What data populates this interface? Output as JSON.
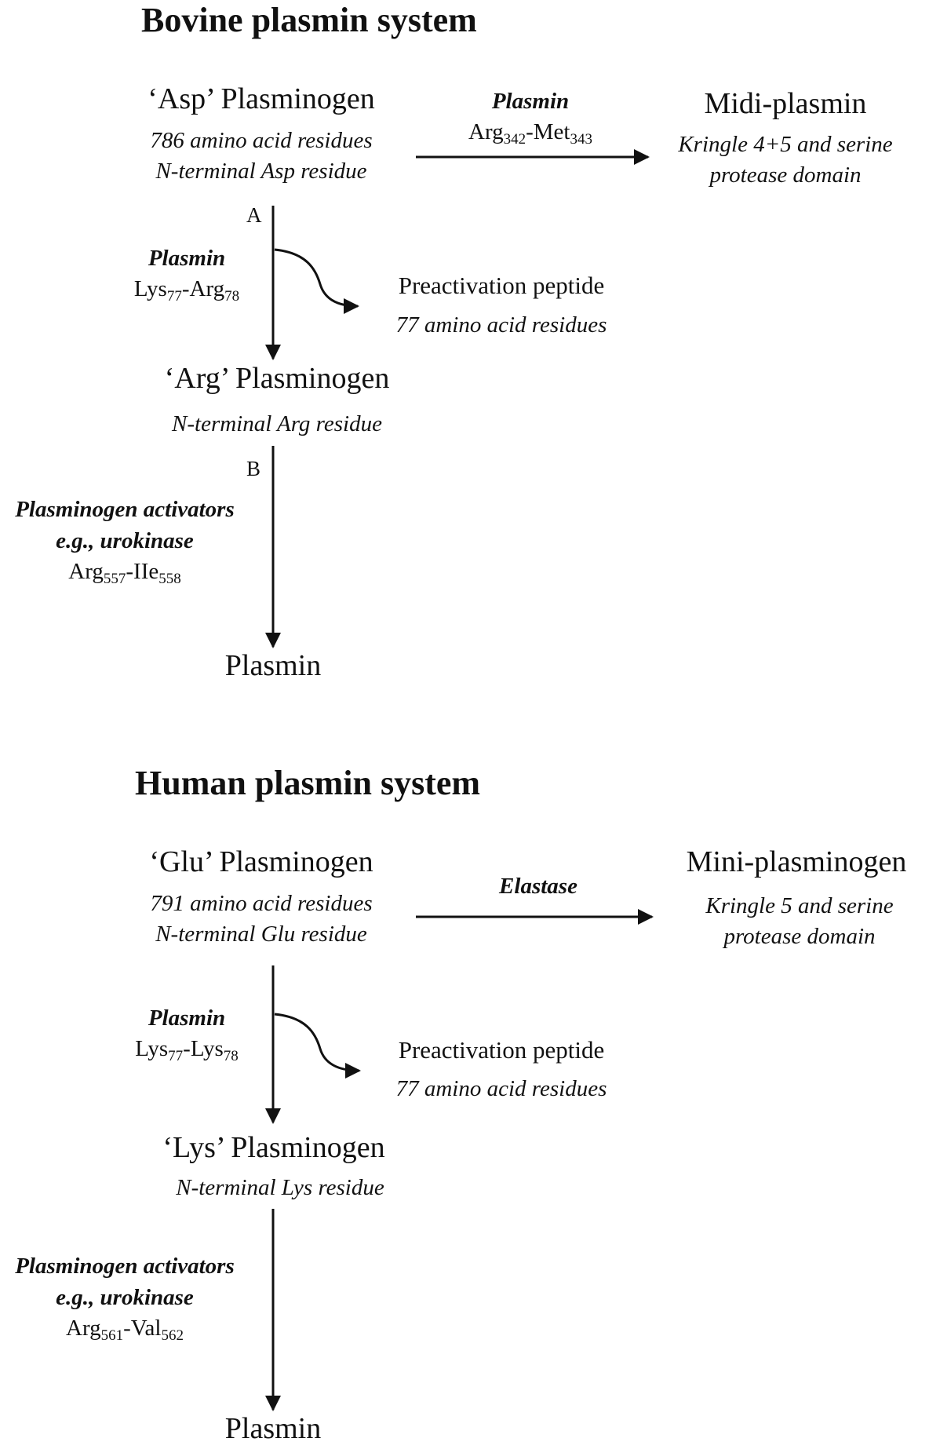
{
  "bovine": {
    "title": "Bovine plasmin system",
    "start": {
      "name": "‘Asp’ Plasminogen",
      "line1": "786 amino acid residues",
      "line2": "N-terminal Asp residue"
    },
    "side_arrow": {
      "enzyme": "Plasmin",
      "site": {
        "a": "Arg",
        "a_num": "342",
        "sep": "-",
        "b": "Met",
        "b_num": "343"
      }
    },
    "side_product": {
      "name": "Midi-plasmin",
      "line1": "Kringle 4+5 and serine",
      "line2": "protease domain"
    },
    "step_a": {
      "label": "A",
      "enzyme": "Plasmin",
      "site": {
        "a": "Lys",
        "a_num": "77",
        "sep": "-",
        "b": "Arg",
        "b_num": "78"
      }
    },
    "peptide": {
      "name": "Preactivation peptide",
      "line1": "77 amino acid residues"
    },
    "middle": {
      "name": "‘Arg’ Plasminogen",
      "line1": "N-terminal Arg residue"
    },
    "step_b": {
      "label": "B",
      "enzyme_line1": "Plasminogen activators",
      "enzyme_line2": "e.g., urokinase",
      "site": {
        "a": "Arg",
        "a_num": "557",
        "sep": "-",
        "b": "IIe",
        "b_num": "558"
      }
    },
    "end": {
      "name": "Plasmin"
    }
  },
  "human": {
    "title": "Human plasmin system",
    "start": {
      "name": "‘Glu’ Plasminogen",
      "line1": "791 amino acid residues",
      "line2": "N-terminal Glu residue"
    },
    "side_arrow": {
      "enzyme": "Elastase"
    },
    "side_product": {
      "name": "Mini-plasminogen",
      "line1": "Kringle 5 and serine",
      "line2": "protease domain"
    },
    "step_a": {
      "enzyme": "Plasmin",
      "site": {
        "a": "Lys",
        "a_num": "77",
        "sep": "-",
        "b": "Lys",
        "b_num": "78"
      }
    },
    "peptide": {
      "name": "Preactivation peptide",
      "line1": "77 amino acid residues"
    },
    "middle": {
      "name": "‘Lys’ Plasminogen",
      "line1": "N-terminal Lys residue"
    },
    "step_b": {
      "enzyme_line1": "Plasminogen activators",
      "enzyme_line2": "e.g., urokinase",
      "site": {
        "a": "Arg",
        "a_num": "561",
        "sep": "-",
        "b": "Val",
        "b_num": "562"
      }
    },
    "end": {
      "name": "Plasmin"
    }
  },
  "colors": {
    "ink": "#111111",
    "background": "#ffffff"
  }
}
